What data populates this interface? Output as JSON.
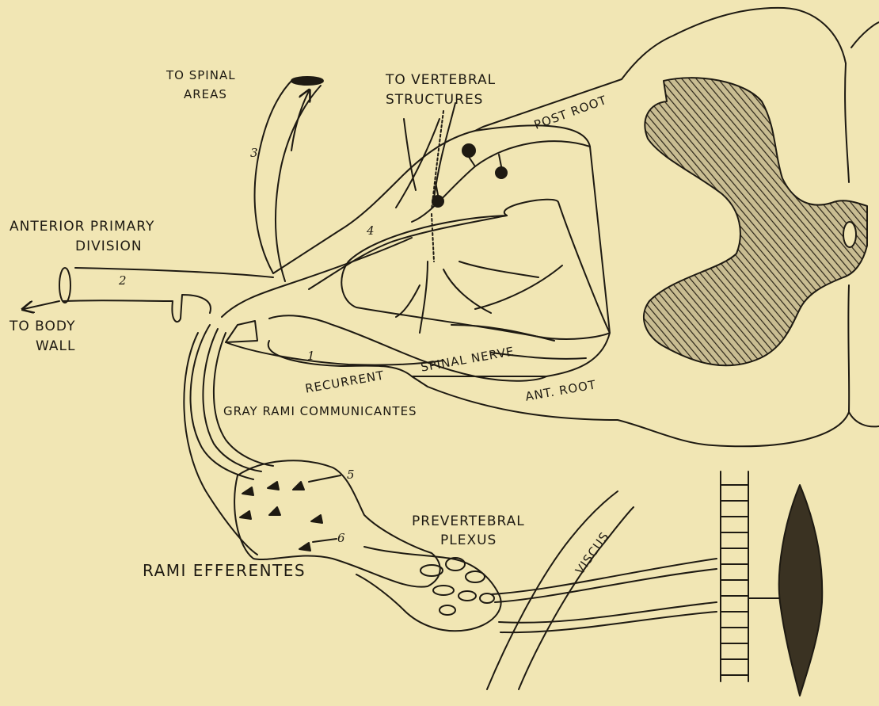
{
  "diagram": {
    "colors": {
      "paper": "#f1e6b4",
      "ink": "#1e1a12",
      "hatch": "#2b2518"
    },
    "labels": {
      "to_spinal_areas_1": "TO SPINAL",
      "to_spinal_areas_2": "AREAS",
      "to_vertebral_1": "TO VERTEBRAL",
      "to_vertebral_2": "STRUCTURES",
      "post_root": "POST ROOT",
      "anterior_primary_1": "ANTERIOR PRIMARY",
      "anterior_primary_2": "DIVISION",
      "to_body_wall_1": "TO BODY",
      "to_body_wall_2": "WALL",
      "recurrent": "RECURRENT",
      "spinal_nerve": "SPINAL NERVE",
      "ant_root": "ANT. ROOT",
      "gray_rami": "GRAY RAMI COMMUNICANTES",
      "prevertebral_1": "PREVERTEBRAL",
      "prevertebral_2": "PLEXUS",
      "viscus": "VISCUS",
      "rami_efferentes": "RAMI EFFERENTES"
    },
    "numbers": [
      "1",
      "2",
      "3",
      "4",
      "5",
      "6"
    ]
  }
}
